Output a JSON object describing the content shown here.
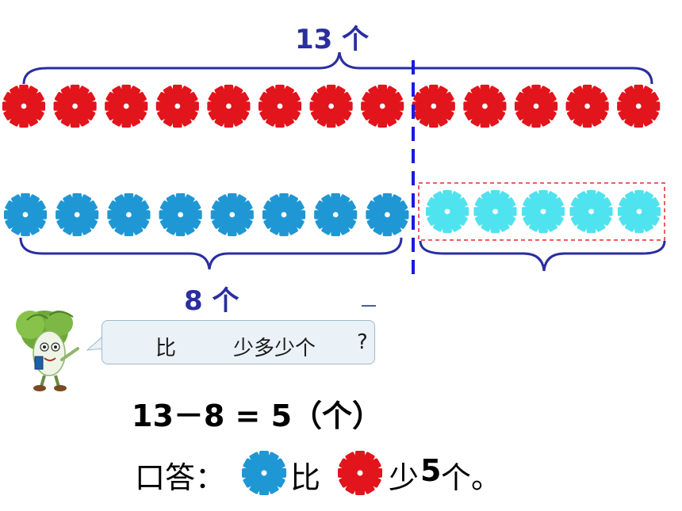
{
  "top_brace": {
    "label": "13 个"
  },
  "bottom_brace": {
    "label": "8 个"
  },
  "rows": {
    "red_count": 13,
    "blue_count": 8,
    "light_blue_count": 5
  },
  "colors": {
    "red_flower": "#e2141c",
    "blue_flower": "#1f97d4",
    "light_blue_flower": "#4fe3ef",
    "brace": "#2a2ea0",
    "divider": "#1a1ae0",
    "highlight_box": "#e32b2b"
  },
  "question": {
    "compare_word": "比",
    "tail": "少多少个",
    "question_mark": "?"
  },
  "equation": {
    "text": "13－8 = 5（个）"
  },
  "answer": {
    "prefix": "口答：",
    "compare_word": "比",
    "suffix_word": "少",
    "number": "5",
    "unit": "个。"
  },
  "icons": [
    "red-flower-icon",
    "blue-flower-icon",
    "light-blue-flower-icon",
    "cabbage-mascot-icon"
  ]
}
